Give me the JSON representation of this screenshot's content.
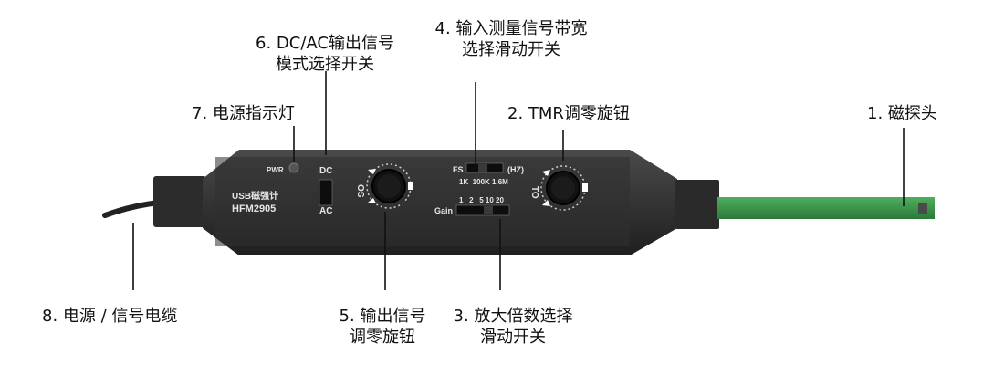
{
  "labels": {
    "probe": "1. 磁探头",
    "tmr_zero": "2. TMR调零旋钮",
    "gain_switch": [
      "3. 放大倍数选择",
      "滑动开关"
    ],
    "bandwidth_switch": [
      "4. 输入测量信号带宽",
      "选择滑动开关"
    ],
    "output_zero": [
      "5. 输出信号",
      "调零旋钮"
    ],
    "dcac_switch": [
      "6. DC/AC输出信号",
      "模式选择开关"
    ],
    "power_led": "7. 电源指示灯",
    "cable": "8. 电源 / 信号电缆"
  },
  "device": {
    "model_line1": "USB磁强计",
    "model_line2": "HFM2905",
    "pwr": "PWR",
    "dc": "DC",
    "ac": "AC",
    "os": "OS",
    "to": "TO",
    "fs": "FS",
    "hz": "(HZ)",
    "fs_values": "1K  100K 1.6M",
    "gain": "Gain",
    "gain_values": "1   2   5 10 20"
  },
  "colors": {
    "body": "#343434",
    "panel": "#2a2a2a",
    "probe": "#3a8f4a",
    "leader": "#111111"
  }
}
